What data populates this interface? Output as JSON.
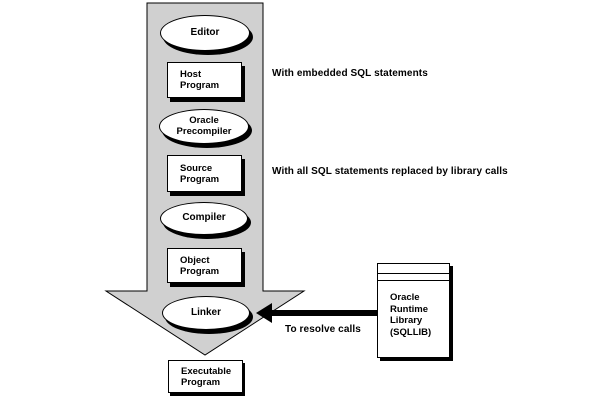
{
  "colors": {
    "arrow_fill": "#d0d0d0",
    "arrow_outline": "#000000",
    "black_arrow": "#000000",
    "shape_fill": "#ffffff"
  },
  "flow": {
    "editor": {
      "label": "Editor"
    },
    "host_program": {
      "line1": "Host",
      "line2": "Program"
    },
    "oracle_precompiler": {
      "line1": "Oracle",
      "line2": "Precompiler"
    },
    "source_program": {
      "line1": "Source",
      "line2": "Program"
    },
    "compiler": {
      "label": "Compiler"
    },
    "object_program": {
      "line1": "Object",
      "line2": "Program"
    },
    "linker": {
      "label": "Linker"
    },
    "executable_program": {
      "line1": "Executable",
      "line2": "Program"
    }
  },
  "annotations": {
    "host_program_note": "With embedded SQL statements",
    "source_program_note": "With all SQL statements replaced by library calls",
    "linker_note": "To resolve calls"
  },
  "runtime_library": {
    "line1": "Oracle",
    "line2": "Runtime",
    "line3": "Library",
    "line4": "(SQLLIB)"
  }
}
